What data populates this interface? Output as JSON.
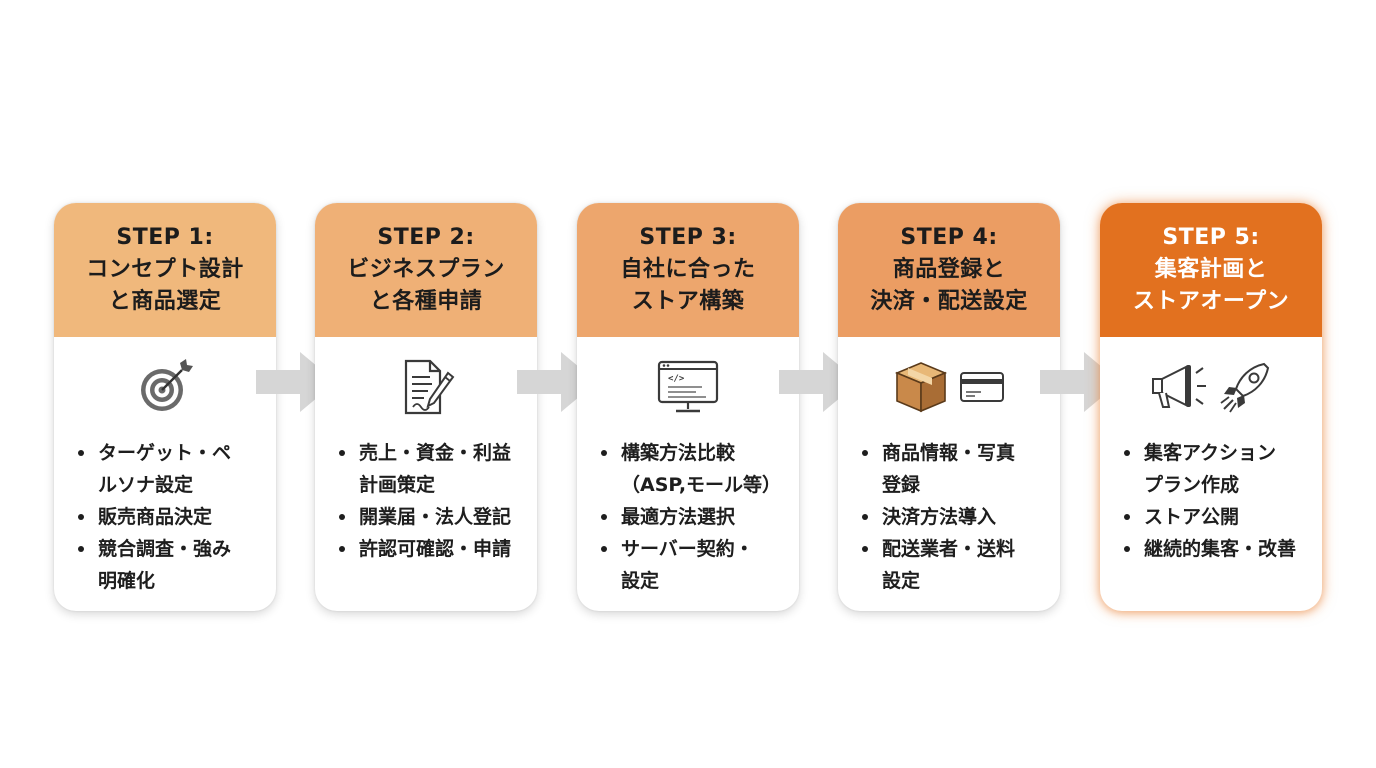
{
  "steps": [
    {
      "title": [
        "STEP 1:",
        "コンセプト設計",
        "と商品選定"
      ],
      "icon": "target-icon",
      "items": [
        [
          "ターゲット・ペ",
          "ルソナ設定"
        ],
        [
          "販売商品決定"
        ],
        [
          "競合調査・強み",
          "明確化"
        ]
      ]
    },
    {
      "title": [
        "STEP 2:",
        "ビジネスプラン",
        "と各種申請"
      ],
      "icon": "document-pen-icon",
      "items": [
        [
          "売上・資金・利益",
          "計画策定"
        ],
        [
          "開業届・法人登記"
        ],
        [
          "許認可確認・申請"
        ]
      ]
    },
    {
      "title": [
        "STEP 3:",
        "自社に合った",
        "ストア構築"
      ],
      "icon": "code-monitor-icon",
      "items": [
        [
          "構築方法比較",
          "（ASP,モール等）"
        ],
        [
          "最適方法選択"
        ],
        [
          "サーバー契約・",
          "設定"
        ]
      ]
    },
    {
      "title": [
        "STEP 4:",
        "商品登録と",
        "決済・配送設定"
      ],
      "icon": "box-and-card-icon",
      "items": [
        [
          "商品情報・写真",
          "登録"
        ],
        [
          "決済方法導入"
        ],
        [
          "配送業者・送料",
          "設定"
        ]
      ]
    },
    {
      "title": [
        "STEP 5:",
        "集客計画と",
        "ストアオープン"
      ],
      "icon": "megaphone-rocket-icon",
      "items": [
        [
          "集客アクション",
          "プラン作成"
        ],
        [
          "ストア公開"
        ],
        [
          "継続的集客・改善"
        ]
      ]
    }
  ],
  "colors": {
    "header_step1": "#f0b87c",
    "header_step2": "#efb076",
    "header_step3": "#eda66d",
    "header_step4": "#eb9d63",
    "header_step5": "#e2711f",
    "arrow": "#d6d6d6"
  }
}
